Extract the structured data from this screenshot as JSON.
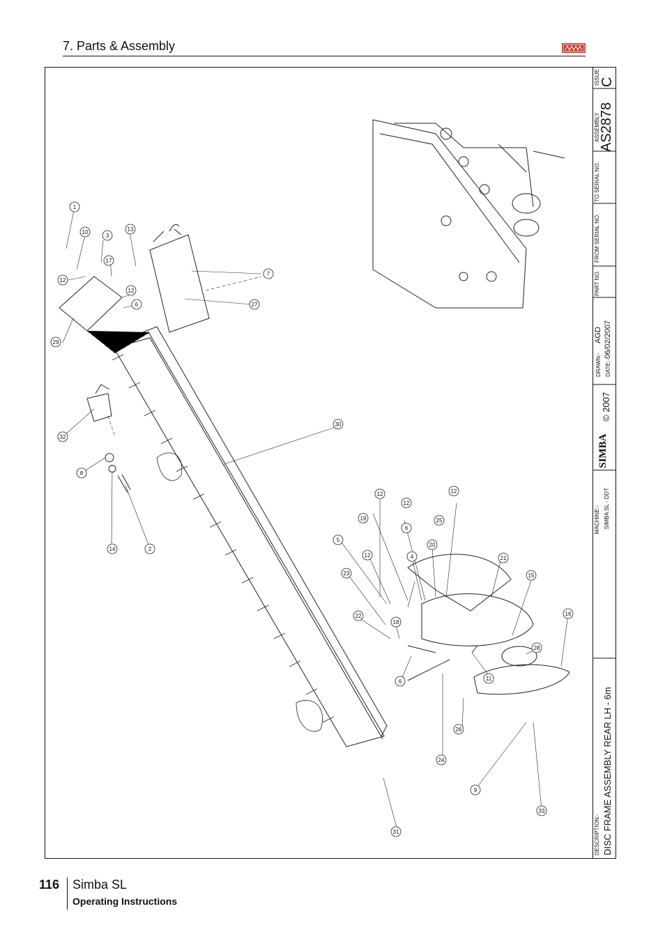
{
  "header": {
    "section_title": "7. Parts & Assembly"
  },
  "footer": {
    "page_number": "116",
    "product": "Simba SL",
    "doc_type": "Operating Instructions"
  },
  "title_block": {
    "issue_label": "ISSUE",
    "issue_value": "C",
    "assembly_label": "ASSEMBLY",
    "assembly_value": "AS2878",
    "to_serial_label": "TO SERIAL NO.",
    "from_serial_label": "FROM SERIAL NO.",
    "part_no_label": "PART NO.",
    "drawn_label": "DRAWN:-",
    "drawn_value": "AGD",
    "date_label": "DATE:-",
    "date_value": "06/02/2007",
    "copyright": "© 2007",
    "brand_logo_text": "SIMBA",
    "machine_label": "MACHINE:-",
    "machine_value": "SIMBA SL - DDT",
    "description_label": "DESCRIPTION:-",
    "description_value": "DISC FRAME ASSEMBLY REAR LH - 6m"
  },
  "callouts": [
    "1",
    "10",
    "3",
    "13",
    "17",
    "12",
    "12",
    "6",
    "7",
    "27",
    "29",
    "32",
    "30",
    "8",
    "14",
    "2",
    "12",
    "12",
    "12",
    "19",
    "6",
    "25",
    "5",
    "12",
    "4",
    "20",
    "23",
    "21",
    "15",
    "22",
    "18",
    "16",
    "28",
    "6",
    "11",
    "26",
    "24",
    "9",
    "33",
    "31"
  ],
  "icons": {
    "brand_logo": "simba-logo-icon"
  }
}
